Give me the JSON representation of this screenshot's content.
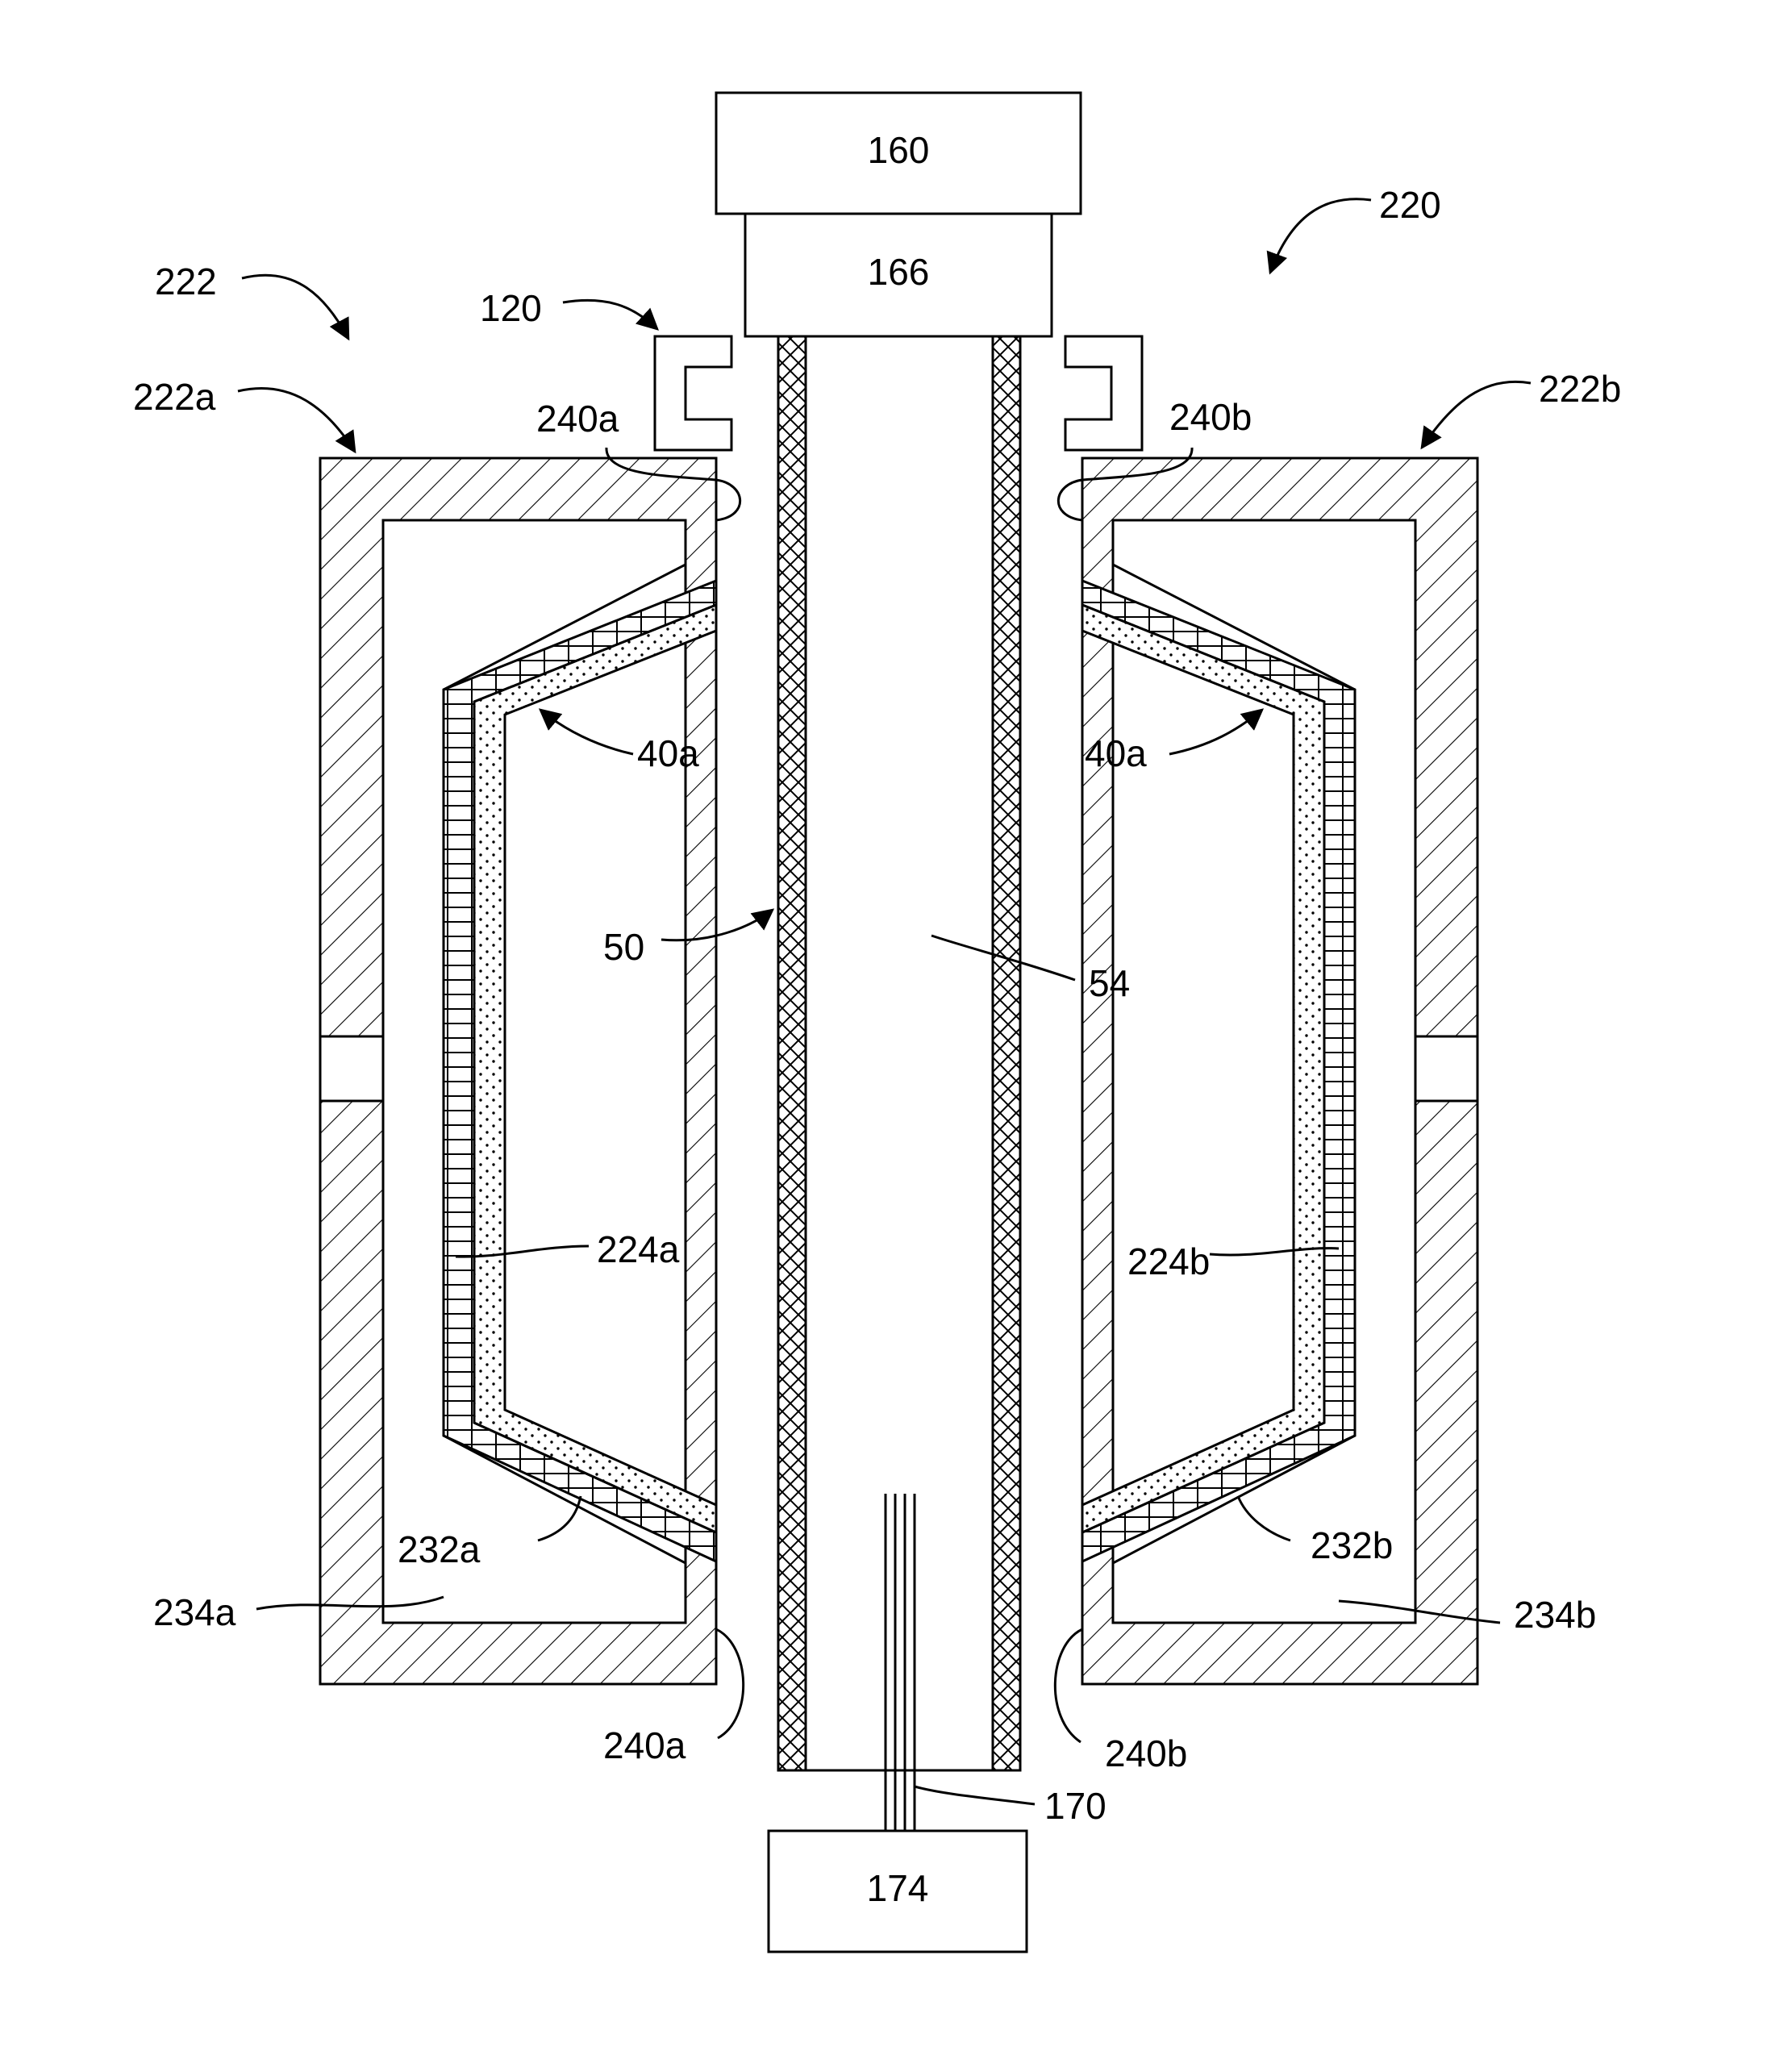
{
  "labels": {
    "box_top": "160",
    "box_mid": "166",
    "box_bottom": "174",
    "assembly": "220",
    "furnace": "222",
    "left_half": "222a",
    "right_half": "222b",
    "clamp": "120",
    "seal_a_top": "240a",
    "seal_b_top": "240b",
    "seal_a_bottom": "240a",
    "seal_b_bottom": "240b",
    "zone_left": "40a",
    "zone_right": "40a",
    "tube_wall": "50",
    "tube_bore": "54",
    "heater_a": "224a",
    "heater_b": "224b",
    "element_a": "232a",
    "element_b": "232b",
    "cavity_a": "234a",
    "cavity_b": "234b",
    "rod": "170"
  },
  "colors": {
    "line": "#000000",
    "background": "#ffffff"
  }
}
